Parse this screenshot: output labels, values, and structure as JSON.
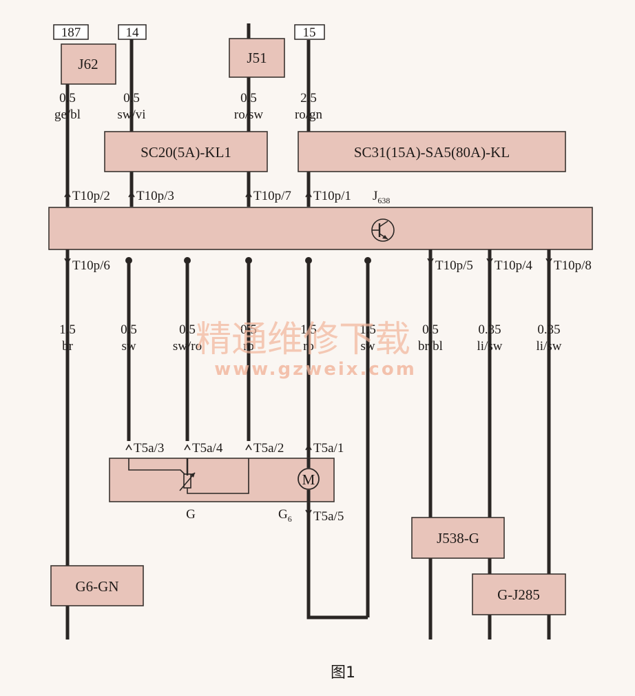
{
  "terminals": {
    "t187": "187",
    "t14": "14",
    "t15": "15"
  },
  "components": {
    "j62": "J62",
    "j51": "J51",
    "sc20": "SC20(5A)-KL1",
    "sc31": "SC31(15A)-SA5(80A)-KL",
    "j638_main": "J",
    "j638_sub": "638",
    "j538": "J538-G",
    "gj285": "G-J285",
    "g6gn": "G6-GN",
    "sensor_label": "G",
    "motor_label_main": "G",
    "motor_label_sub": "6",
    "motor_symbol": "M"
  },
  "wires_top": {
    "w1_size": "0.5",
    "w1_color": "ge/bl",
    "w2_size": "0.5",
    "w2_color": "sw/vi",
    "w3_size": "0.5",
    "w3_color": "ro/sw",
    "w4_size": "2.5",
    "w4_color": "ro/gn"
  },
  "pins_top": {
    "p2": "T10p/2",
    "p3": "T10p/3",
    "p7": "T10p/7",
    "p1": "T10p/1"
  },
  "pins_bottom": {
    "p6": "T10p/6",
    "p5": "T10p/5",
    "p4": "T10p/4",
    "p8": "T10p/8"
  },
  "wires_bottom": [
    {
      "size": "1.5",
      "color": "br"
    },
    {
      "size": "0.5",
      "color": "sw"
    },
    {
      "size": "0.5",
      "color": "sw/ro"
    },
    {
      "size": "0.5",
      "color": "ro"
    },
    {
      "size": "1.5",
      "color": "ro"
    },
    {
      "size": "1.5",
      "color": "sw"
    },
    {
      "size": "0.5",
      "color": "br/bl"
    },
    {
      "size": "0.35",
      "color": "li/sw"
    },
    {
      "size": "0.35",
      "color": "li/sw"
    }
  ],
  "pins_motor": {
    "a3": "T5a/3",
    "a4": "T5a/4",
    "a2": "T5a/2",
    "a1": "T5a/1",
    "a5": "T5a/5"
  },
  "watermark": {
    "cn": "精通维修下载",
    "url": "www.gzweix.com"
  },
  "caption": "图1"
}
